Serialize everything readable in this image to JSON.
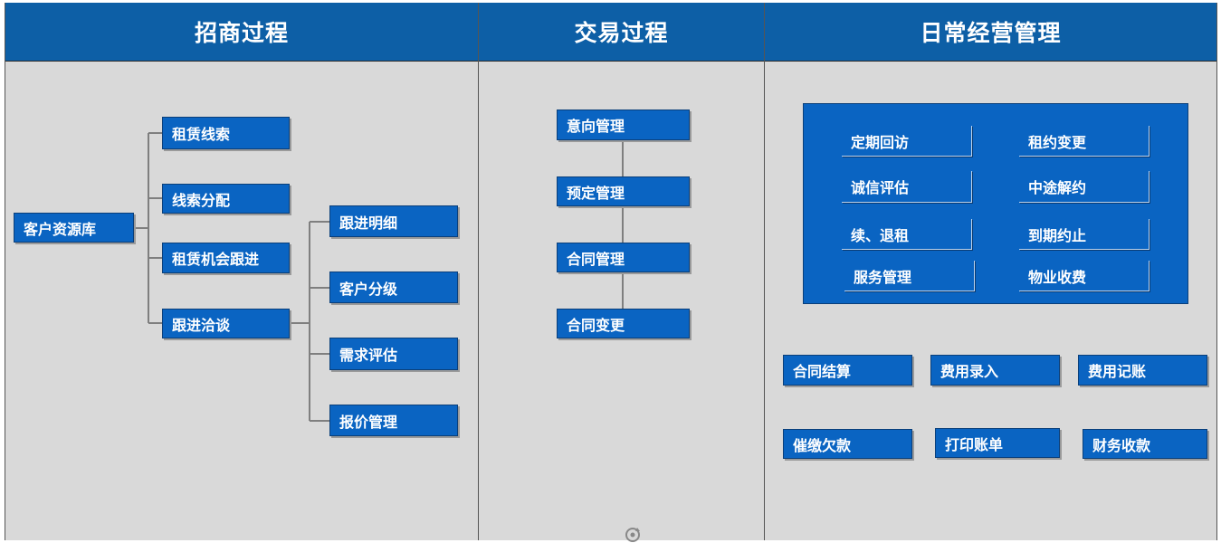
{
  "columns": {
    "recruit": {
      "title": "招商过程"
    },
    "trade": {
      "title": "交易过程"
    },
    "ops": {
      "title": "日常经营管理"
    }
  },
  "recruit": {
    "root": "客户资源库",
    "level1": [
      "租赁线索",
      "线索分配",
      "租赁机会跟进",
      "跟进洽谈"
    ],
    "level2": [
      "跟进明细",
      "客户分级",
      "需求评估",
      "报价管理"
    ]
  },
  "trade": {
    "steps": [
      "意向管理",
      "预定管理",
      "合同管理",
      "合同变更"
    ]
  },
  "ops": {
    "panel_items": [
      "定期回访",
      "租约变更",
      "诚信评估",
      "中途解约",
      "续、退租",
      "到期约止",
      "服务管理",
      "物业收费"
    ],
    "finance_items": [
      "合同结算",
      "费用录入",
      "费用记账",
      "催缴欠款",
      "打印账单",
      "财务收款"
    ]
  },
  "colors": {
    "header": "#0d5fa6",
    "box": "#0a64c2",
    "background": "#d9d9d9",
    "connector": "#7f7f7f"
  },
  "icons": {
    "bottom": "reload-icon"
  }
}
